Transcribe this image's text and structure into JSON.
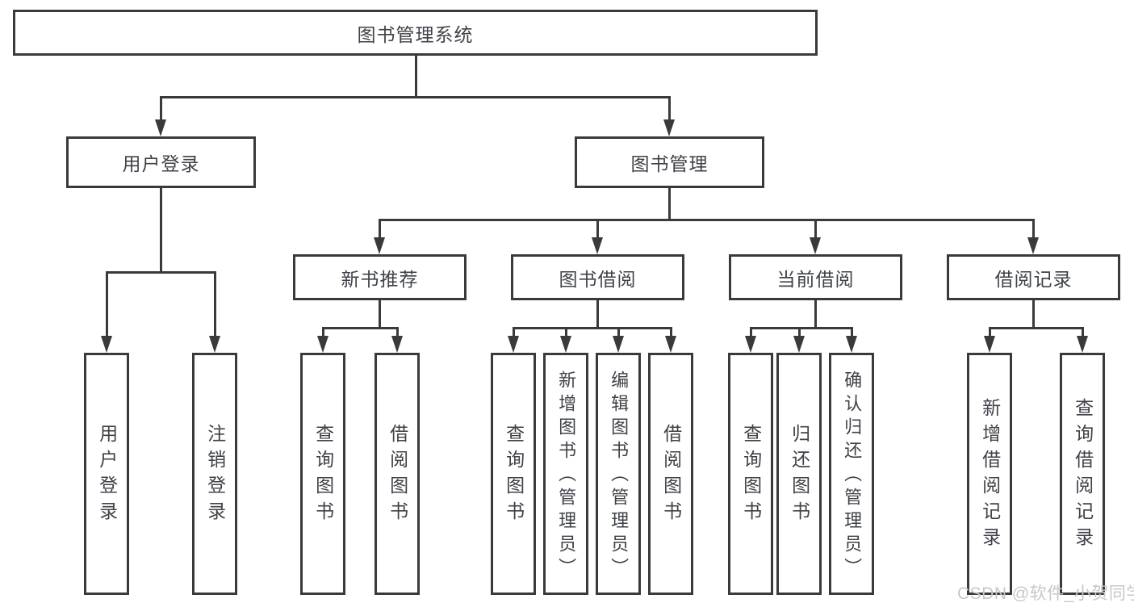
{
  "nodes": {
    "root": "图书管理系统",
    "user_login": "用户登录",
    "book_mgmt": "图书管理",
    "new_book_rec": "新书推荐",
    "book_borrow": "图书借阅",
    "current_borrow": "当前借阅",
    "borrow_records": "借阅记录",
    "ul_user_login": "用户登录",
    "ul_logout": "注销登录",
    "nb_query_books": "查询图书",
    "nb_borrow_books": "借阅图书",
    "bb_query_books": "查询图书",
    "bb_add_books": "新增图书（管理员）",
    "bb_edit_books": "编辑图书（管理员）",
    "bb_borrow_books": "借阅图书",
    "cb_query_books": "查询图书",
    "cb_return_books": "归还图书",
    "cb_confirm_return": "确认归还（管理员）",
    "br_add_record": "新增借阅记录",
    "br_query_record": "查询借阅记录"
  },
  "hierarchy": {
    "图书管理系统": {
      "用户登录": [
        "用户登录",
        "注销登录"
      ],
      "图书管理": {
        "新书推荐": [
          "查询图书",
          "借阅图书"
        ],
        "图书借阅": [
          "查询图书",
          "新增图书（管理员）",
          "编辑图书（管理员）",
          "借阅图书"
        ],
        "当前借阅": [
          "查询图书",
          "归还图书",
          "确认归还（管理员）"
        ],
        "借阅记录": [
          "新增借阅记录",
          "查询借阅记录"
        ]
      }
    }
  },
  "watermark": {
    "text": "CSDN @软件_小贺同学"
  },
  "colors": {
    "line": "#3a3a3a",
    "text": "#3f4248",
    "background": "#ffffff",
    "watermark": "#c7c7c7"
  }
}
